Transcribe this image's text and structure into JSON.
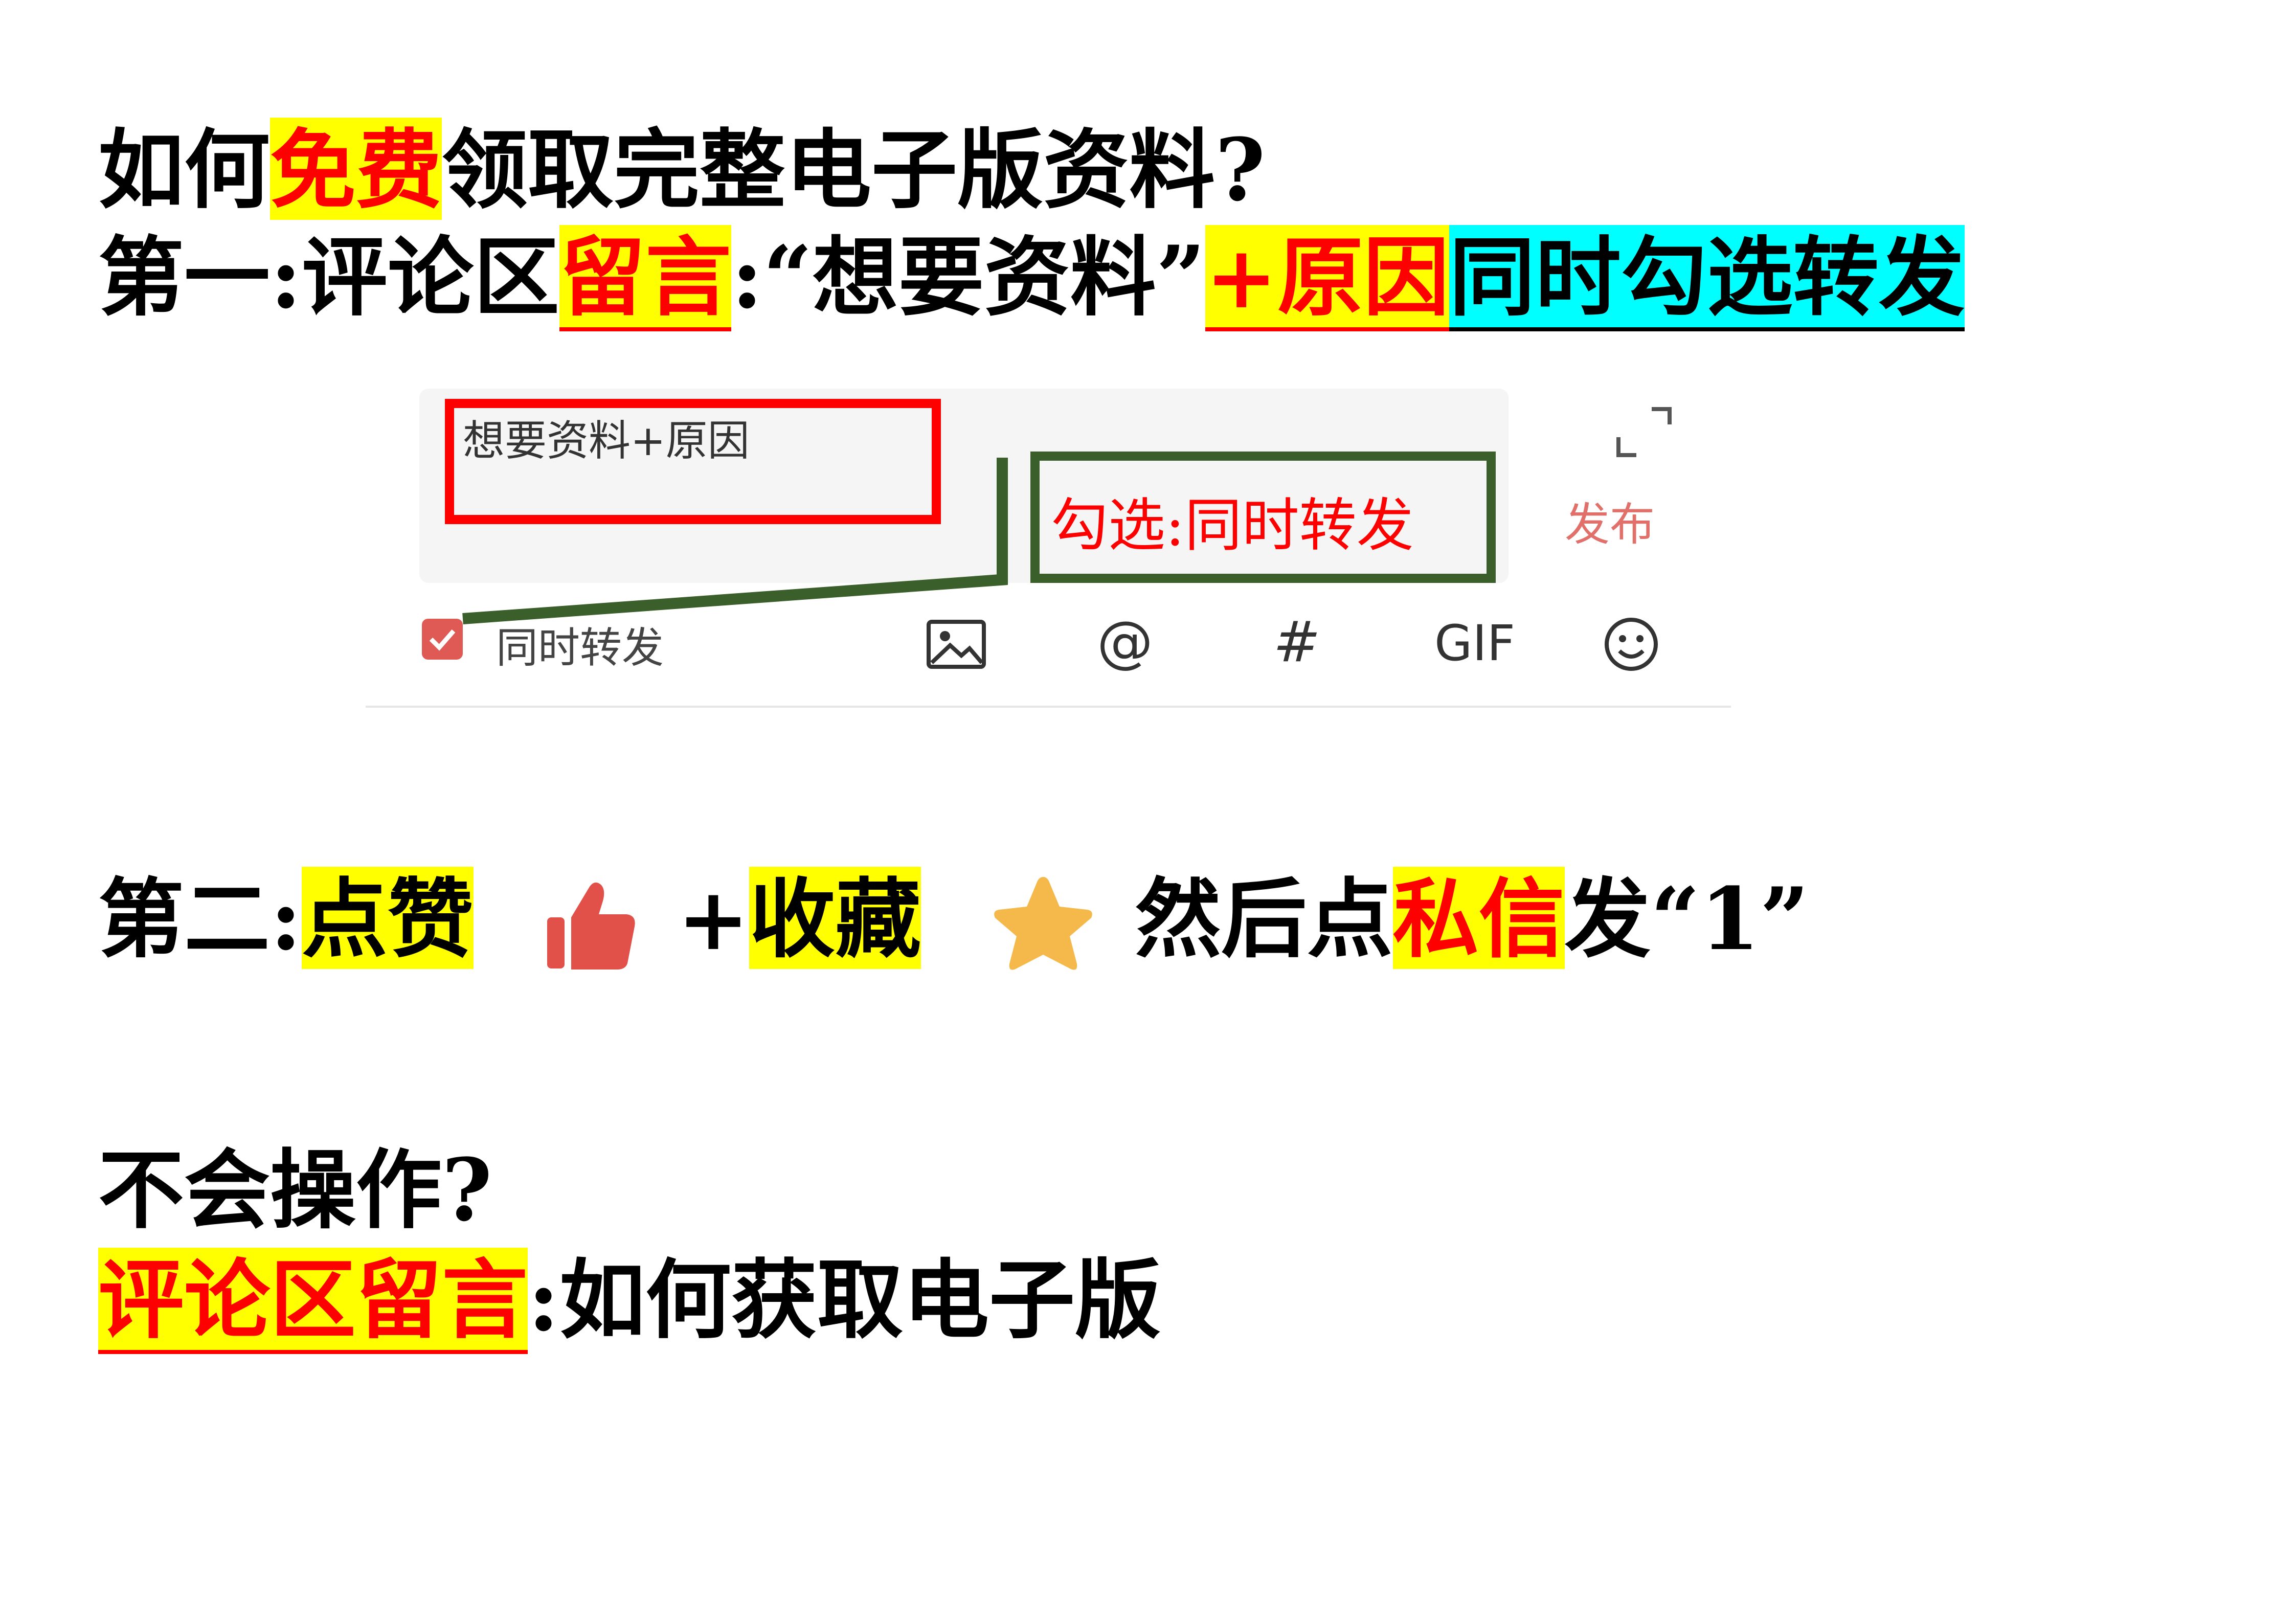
{
  "heading": {
    "part1": "如何",
    "part2": "免费",
    "part3": "领取完整电子版资料?"
  },
  "step1": {
    "prefix": "第一:评论区",
    "hl": "留言",
    "mid": ":“想要资料”",
    "plus": "+原因",
    "cyan": "同时勾选转发"
  },
  "screenshot": {
    "input_text": "想要资料+原因",
    "annotation": "勾选:同时转发",
    "publish_label": "发布",
    "checkbox_label": "同时转发",
    "gif_label": "GIF",
    "at_label": "@",
    "hash_label": "#",
    "icons": [
      "image-icon",
      "at-icon",
      "hashtag-icon",
      "gif-icon",
      "emoji-icon",
      "expand-icon",
      "checkbox-checked-icon"
    ]
  },
  "step2": {
    "prefix": "第二:",
    "like": "点赞",
    "collect_plus": "+",
    "collect": "收藏",
    "then": "然后点",
    "dm": "私信",
    "send": "发“1”",
    "icons": [
      "thumbs-up-icon",
      "star-icon"
    ]
  },
  "help": {
    "question": "不会操作?",
    "hl": "评论区留言",
    "rest": ":如何获取电子版"
  },
  "colors": {
    "highlight_yellow": "#ffff00",
    "highlight_cyan": "#00ffff",
    "red": "#ff0000",
    "green_frame": "#3a5f2a",
    "thumb": "#e2504a",
    "star": "#f5b84a"
  }
}
